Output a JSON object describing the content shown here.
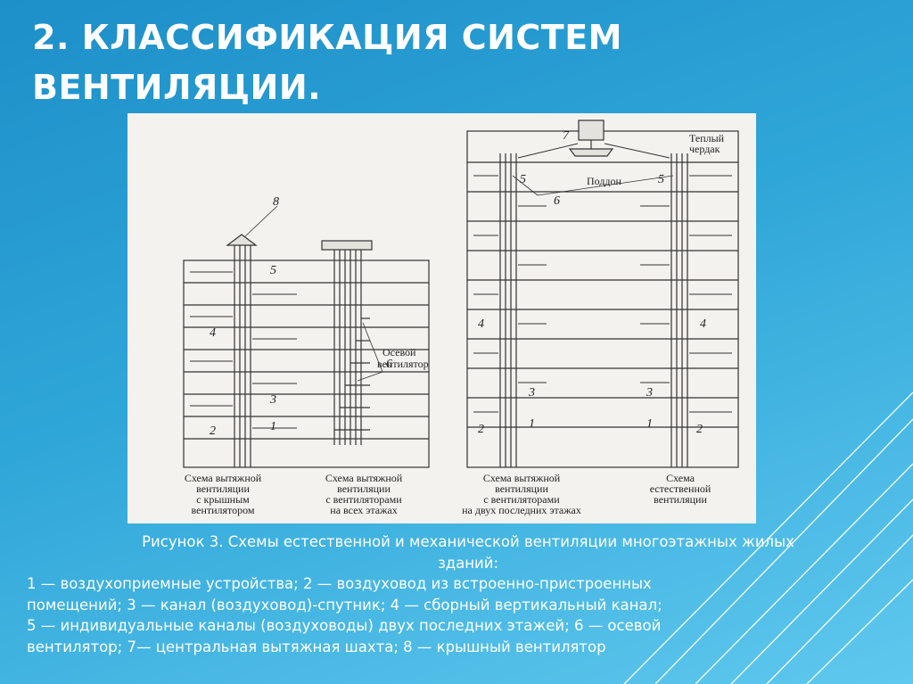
{
  "slide": {
    "title_line1": "2. КЛАССИФИКАЦИЯ СИСТЕМ",
    "title_line2": "ВЕНТИЛЯЦИИ."
  },
  "figure": {
    "callouts": [
      "1",
      "2",
      "3",
      "4",
      "5",
      "6",
      "7",
      "8"
    ],
    "labels": {
      "attic_line1": "Теплый",
      "attic_line2": "чердак",
      "tray": "Поддон",
      "axial_line1": "Осевой",
      "axial_line2": "вентилятор"
    },
    "schemes": [
      {
        "lines": [
          "Схема вытяжной",
          "вентиляции",
          "с крышным",
          "вентилятором"
        ]
      },
      {
        "lines": [
          "Схема вытяжной",
          "вентиляции",
          "с вентиляторами",
          "на всех этажах"
        ]
      },
      {
        "lines": [
          "Схема вытяжной",
          "вентиляции",
          "с вентиляторами",
          "на двух последних этажах"
        ]
      },
      {
        "lines": [
          "Схема",
          "естественной",
          "вентиляции"
        ]
      }
    ]
  },
  "caption": {
    "title_line1": "Рисунок 3. Схемы естественной и механической вентиляции многоэтажных жилых",
    "title_line2": "зданий:",
    "legend": [
      "1 — воздухоприемные устройства; 2 — воздуховод из встроенно-пристроенных",
      "помещений; 3 — канал (воздуховод)-спутник; 4 — сборный вертикальный канал;",
      "5 — индивидуальные каналы (воздуховоды) двух последних этажей; 6 — осевой",
      "вентилятор; 7— центральная вытяжная шахта; 8 — крышный вентилятор"
    ]
  }
}
